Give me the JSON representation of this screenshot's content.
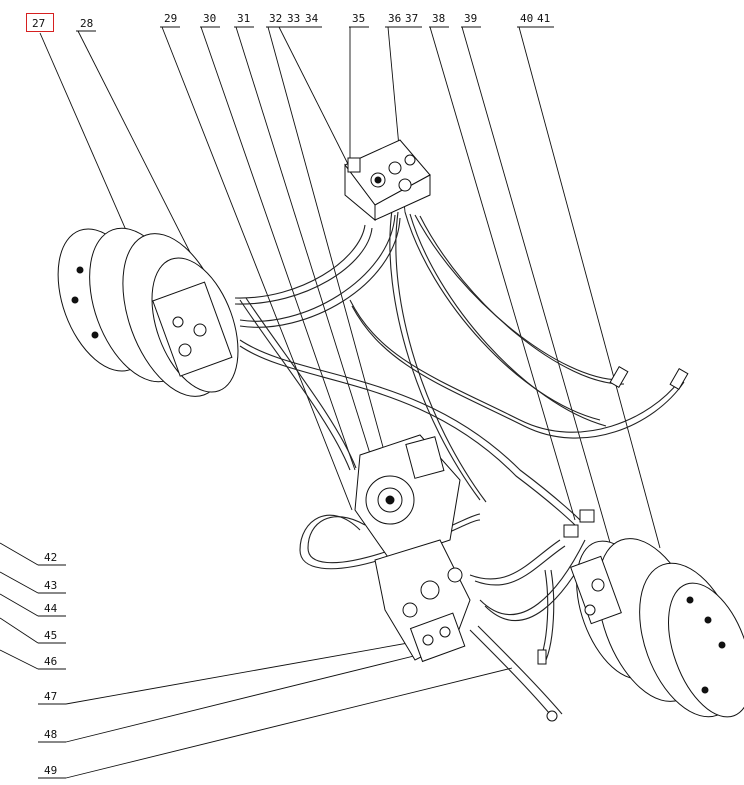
{
  "top_labels": [
    "27",
    "28",
    "29",
    "30",
    "31",
    "32",
    "33",
    "34",
    "35",
    "36",
    "37",
    "38",
    "39",
    "40",
    "41"
  ],
  "left_labels": [
    "42",
    "43",
    "44",
    "45",
    "46",
    "47",
    "48",
    "49"
  ],
  "highlighted_label": "27",
  "highlight_color": "#d62020"
}
